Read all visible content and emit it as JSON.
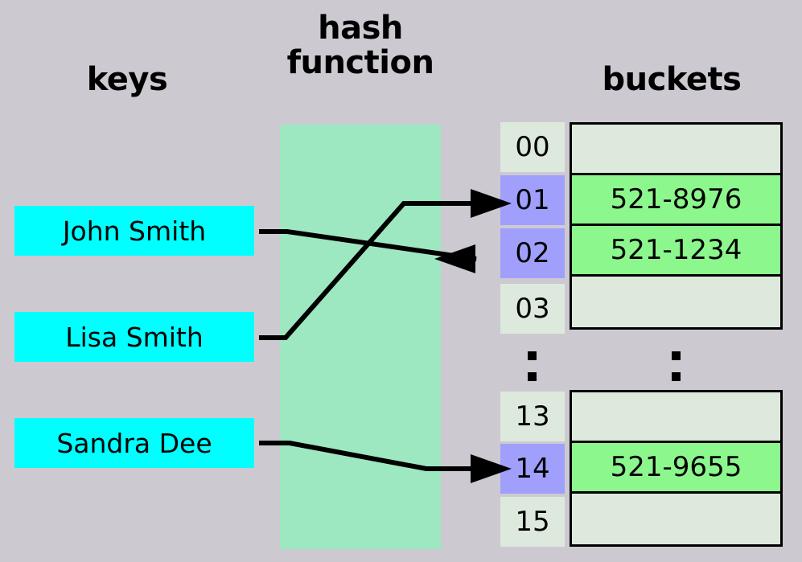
{
  "headings": {
    "keys": "keys",
    "hash_function": "hash\nfunction",
    "hash_function_line1": "hash",
    "hash_function_line2": "function",
    "buckets": "buckets"
  },
  "colors": {
    "background": "#cccad0",
    "key_box": "#00ffff",
    "hash_panel": "#9de8c0",
    "index_empty": "#dde9dc",
    "index_occupied": "#a0a0fc",
    "bucket_empty": "#dde9dc",
    "bucket_filled": "#8cf78c",
    "stroke": "#000000"
  },
  "keys": [
    {
      "label": "John Smith",
      "maps_to": "02"
    },
    {
      "label": "Lisa Smith",
      "maps_to": "01"
    },
    {
      "label": "Sandra Dee",
      "maps_to": "14"
    }
  ],
  "bucket_groups": [
    {
      "name": "top-group",
      "slots": [
        {
          "index": "00",
          "value": "",
          "occupied": false
        },
        {
          "index": "01",
          "value": "521-8976",
          "occupied": true
        },
        {
          "index": "02",
          "value": "521-1234",
          "occupied": true
        },
        {
          "index": "03",
          "value": "",
          "occupied": false
        }
      ]
    },
    {
      "name": "bottom-group",
      "slots": [
        {
          "index": "13",
          "value": "",
          "occupied": false
        },
        {
          "index": "14",
          "value": "521-9655",
          "occupied": true
        },
        {
          "index": "15",
          "value": "",
          "occupied": false
        }
      ]
    }
  ],
  "ellipsis": {
    "glyph": "⋮",
    "meaning": "slots 04 through 12 omitted"
  }
}
